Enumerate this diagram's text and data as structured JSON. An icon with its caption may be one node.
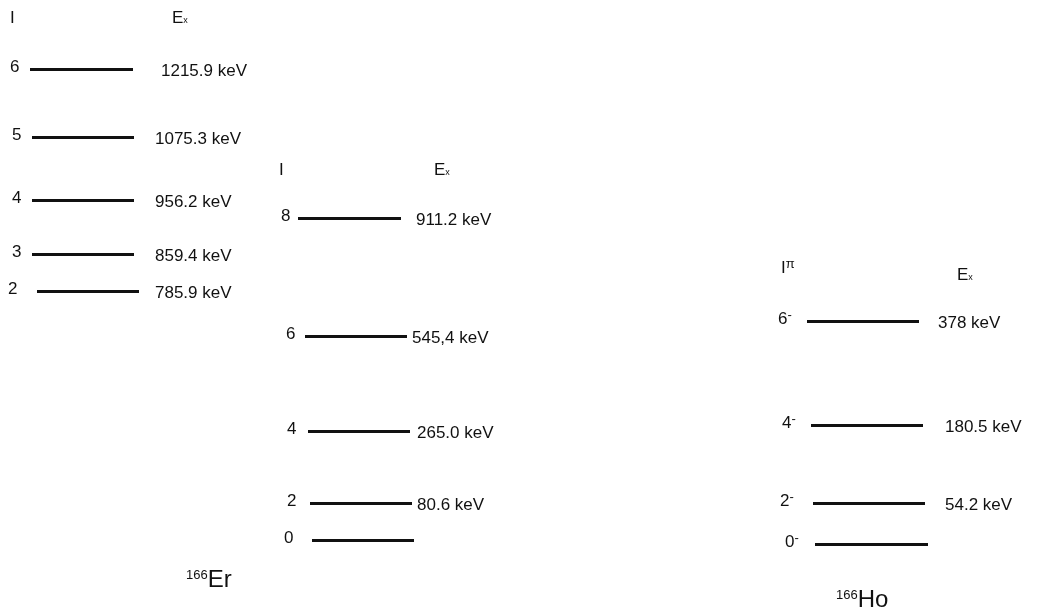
{
  "diagram": {
    "nodes": [
      {
        "text": [],
        "shape": "bar",
        "beside": [
          "6",
          "1215.9 keV"
        ]
      },
      {
        "text": [],
        "shape": "bar",
        "beside": [
          "5",
          "1075.3 keV"
        ]
      },
      {
        "text": [],
        "shape": "bar",
        "beside": [
          "4",
          "956.2 keV"
        ]
      },
      {
        "text": [],
        "shape": "bar",
        "beside": [
          "3",
          "859.4 keV"
        ]
      },
      {
        "text": [],
        "shape": "bar",
        "beside": [
          "2",
          "785.9 keV"
        ]
      },
      {
        "text": [],
        "shape": "bar",
        "beside": [
          "8",
          "911.2 keV"
        ]
      },
      {
        "text": [],
        "shape": "bar",
        "beside": [
          "6",
          "545,4 keV"
        ]
      },
      {
        "text": [],
        "shape": "bar",
        "beside": [
          "4",
          "265.0 keV"
        ]
      },
      {
        "text": [],
        "shape": "bar",
        "beside": [
          "2",
          "80.6 keV"
        ]
      },
      {
        "text": [],
        "shape": "bar",
        "beside": [
          "0"
        ]
      },
      {
        "text": [],
        "shape": "bar",
        "beside": [
          "6$^{-}$",
          "378 keV"
        ]
      },
      {
        "text": [],
        "shape": "bar",
        "beside": [
          "4$^{-}$",
          "180.5 keV"
        ]
      },
      {
        "text": [],
        "shape": "bar",
        "beside": [
          "2$^{-}$",
          "54.2 keV"
        ]
      },
      {
        "text": [],
        "shape": "bar",
        "beside": [
          "0$^{-}$"
        ]
      }
    ],
    "labels": [
      "I",
      "E$_{x}$",
      "I",
      "E$_{x}$",
      "I$^{π}$",
      "E$_{x}$",
      "$^{166}$Er",
      "$^{166}$Ho"
    ]
  }
}
